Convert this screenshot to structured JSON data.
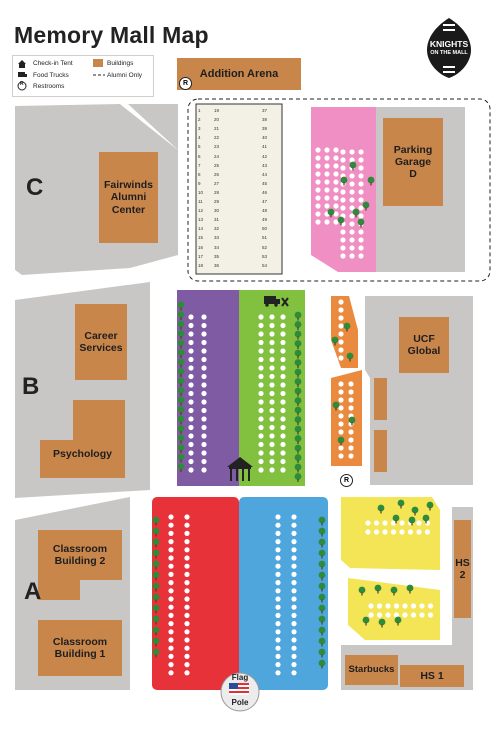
{
  "title": "Memory Mall Map",
  "logo": {
    "line1": "KNIGHTS",
    "line2": "ON THE MALL"
  },
  "legend": {
    "checkin": "Check-in Tent",
    "buildings": "Buildings",
    "food": "Food Trucks",
    "alumni": "Alumni Only",
    "restrooms": "Restrooms",
    "restroom_symbol": "R"
  },
  "zones": {
    "a": "A",
    "b": "B",
    "c": "C"
  },
  "buildings": {
    "addition_arena": "Addition Arena",
    "fairwinds": "Fairwinds\nAlumni\nCenter",
    "parking_garage": "Parking\nGarage\nD",
    "career_services": "Career\nServices",
    "psychology": "Psychology",
    "ucf_global": "UCF\nGlobal",
    "classroom_2": "Classroom\nBuilding 2",
    "classroom_1": "Classroom\nBuilding 1",
    "hs2": "HS\n2",
    "hs1": "HS 1",
    "starbucks": "Starbucks"
  },
  "flag_pole": {
    "line1": "Flag",
    "line2": "Pole"
  },
  "colors": {
    "gray": "#c8c7c6",
    "building": "#c9864b",
    "purple": "#7f5ba3",
    "green": "#82c03f",
    "red": "#e8323a",
    "blue": "#4ea6dc",
    "pink": "#ef8fc3",
    "orange": "#e98a3e",
    "yellow": "#f4e557",
    "tree": "#2f8b3c",
    "alumni_area": "#f3f1e6"
  },
  "alumni_list": {
    "col1": [
      "1",
      "2",
      "3",
      "4",
      "5",
      "6",
      "7",
      "8",
      "9",
      "10",
      "11",
      "12",
      "13",
      "14",
      "15",
      "16",
      "17",
      "18"
    ],
    "col2": [
      "19",
      "20",
      "21",
      "22",
      "23",
      "24",
      "25",
      "26",
      "27",
      "28",
      "29",
      "30",
      "31",
      "32",
      "33",
      "34",
      "35",
      "36"
    ],
    "col3": [
      "37",
      "38",
      "39",
      "40",
      "41",
      "42",
      "43",
      "44",
      "45",
      "46",
      "47",
      "48",
      "49",
      "50",
      "51",
      "52",
      "53",
      "54"
    ]
  }
}
